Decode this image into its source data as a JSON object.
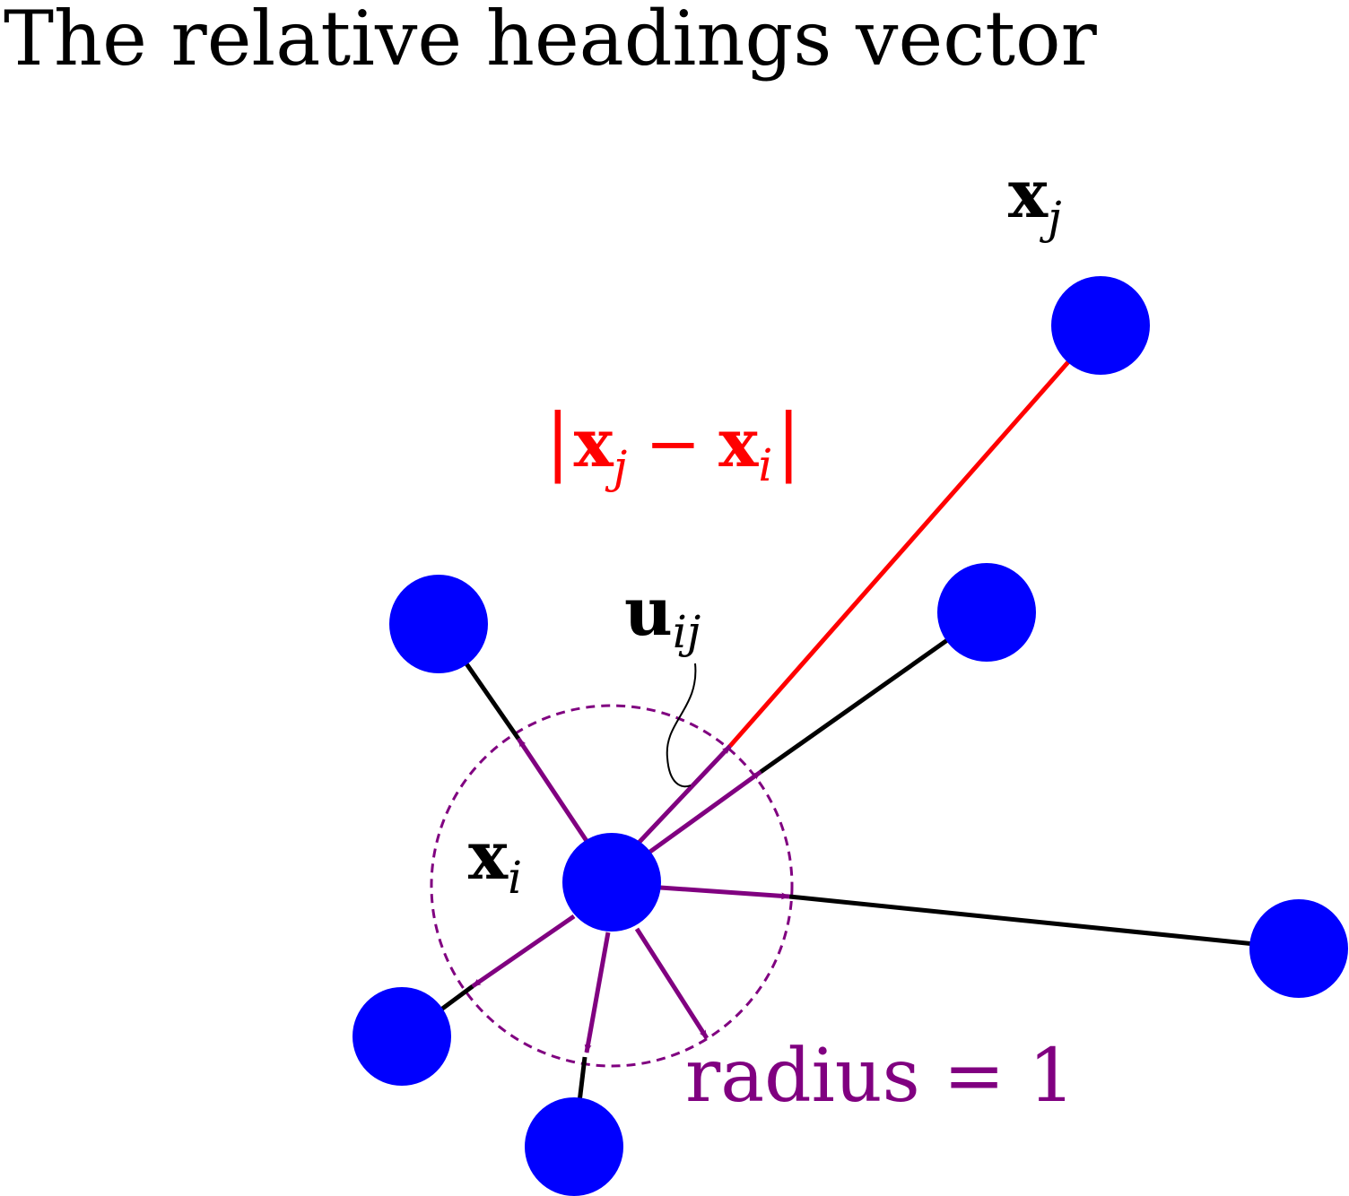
{
  "title": "The relative headings vector",
  "labels": {
    "xj": {
      "vec": "x",
      "sub": "j"
    },
    "xi": {
      "vec": "x",
      "sub": "i"
    },
    "uij": {
      "vec": "u",
      "sub": "ij"
    },
    "distance": {
      "bar_left": "|",
      "a_vec": "x",
      "a_sub": "j",
      "minus": "−",
      "b_vec": "x",
      "b_sub": "i",
      "bar_right": "|"
    },
    "radius": "radius = 1"
  },
  "colors": {
    "node": "#0000ff",
    "unit_vector": "#800080",
    "highlight": "#ff0000",
    "edge": "#000000"
  }
}
